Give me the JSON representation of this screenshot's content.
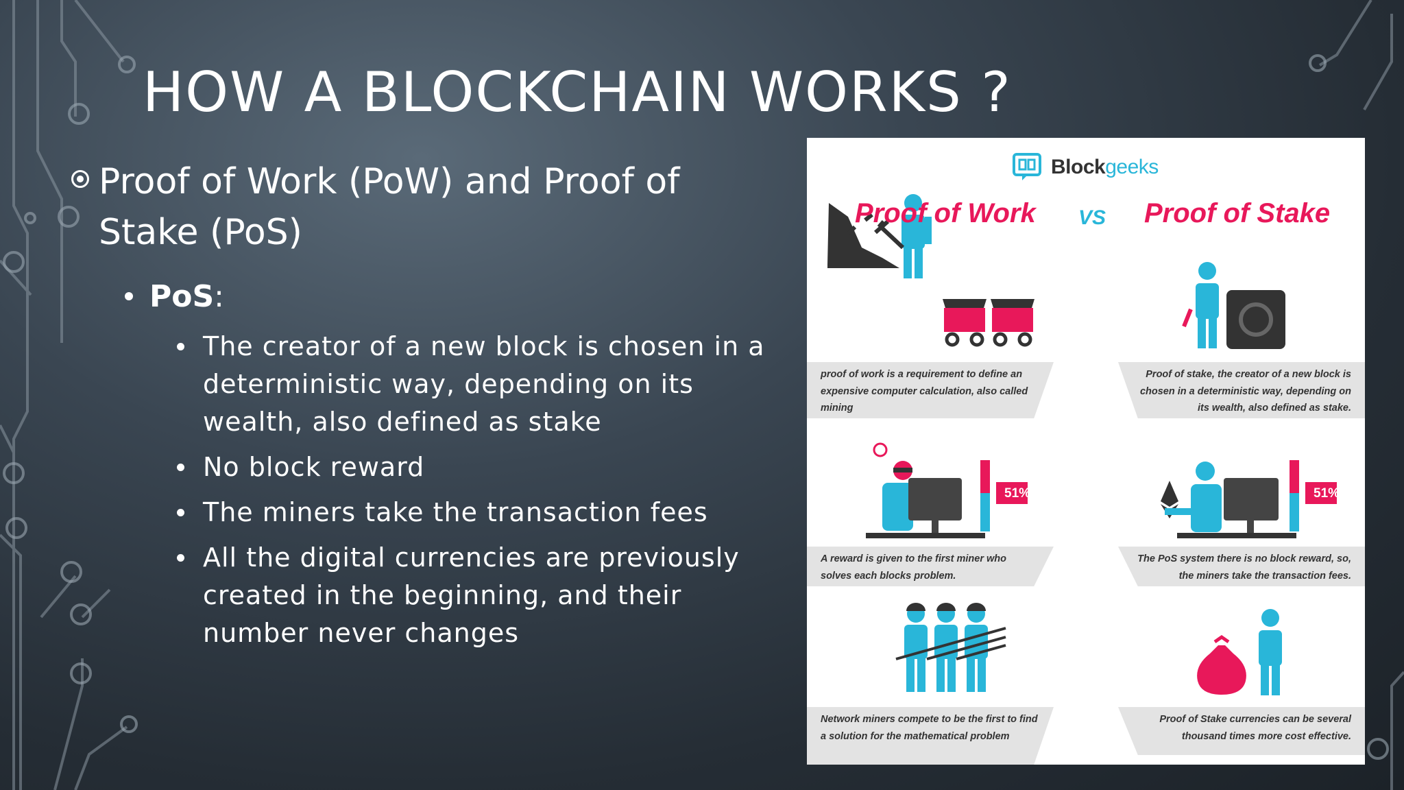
{
  "slide": {
    "title": "HOW A BLOCKCHAIN WORKS ?",
    "bullet1": "Proof of Work (PoW) and Proof of Stake (PoS)",
    "bullet2_label": "PoS",
    "bullet2_suffix": ":",
    "sub_bullets": [
      "The creator of a new block is chosen in a deterministic way, depending on its wealth, also defined as stake",
      "No block reward",
      "The miners take the transaction fees",
      "All the digital currencies are previously created in the beginning, and their number never changes"
    ]
  },
  "infographic": {
    "brand_prefix": "Block",
    "brand_suffix": "geeks",
    "left_heading": "Proof of Work",
    "vs": "VS",
    "right_heading": "Proof of Stake",
    "badge_text": "51%",
    "captions": {
      "pow_1": "proof of work is a requirement to define an expensive computer calculation, also called mining",
      "pos_1": "Proof of stake, the creator of a new block is chosen in a deterministic way, depending on its wealth, also defined as stake.",
      "pow_2": "A reward is given to the first miner who solves each blocks problem.",
      "pos_2": "The PoS system there is no block reward, so, the miners take the transaction fees.",
      "pow_3": "Network miners compete to be the first to find a solution for the mathematical problem",
      "pos_3": "Proof of Stake currencies can be several thousand times more cost effective."
    },
    "colors": {
      "pink": "#e8185a",
      "cyan": "#29b6d9",
      "dark": "#333333"
    }
  }
}
